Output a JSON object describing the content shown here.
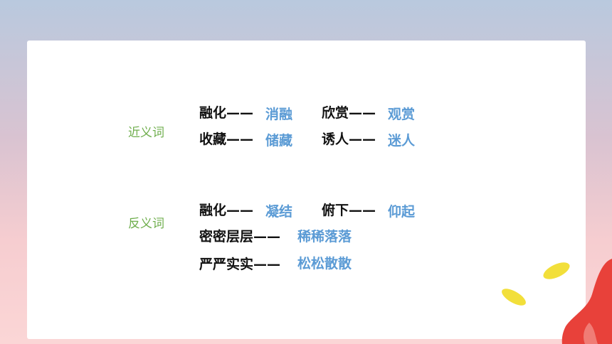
{
  "colors": {
    "category": "#6fae4d",
    "word": "#111111",
    "answer": "#5b9bd5",
    "blob_red": "#e8413a",
    "pill_yellow": "#f2df3a"
  },
  "synonyms": {
    "label": "近义词",
    "row1": {
      "left_word": "融化——",
      "left_answer": "消融",
      "right_word": "欣赏——",
      "right_answer": "观赏"
    },
    "row2": {
      "left_word": "收藏——",
      "left_answer": "储藏",
      "right_word": "诱人——",
      "right_answer": "迷人"
    }
  },
  "antonyms": {
    "label": "反义词",
    "row1": {
      "left_word": "融化——",
      "left_answer": "凝结",
      "right_word": "俯下——",
      "right_answer": "仰起"
    },
    "row2": {
      "word": "密密层层——",
      "answer": "稀稀落落"
    },
    "row3": {
      "word": "严严实实——",
      "answer": "松松散散"
    }
  }
}
